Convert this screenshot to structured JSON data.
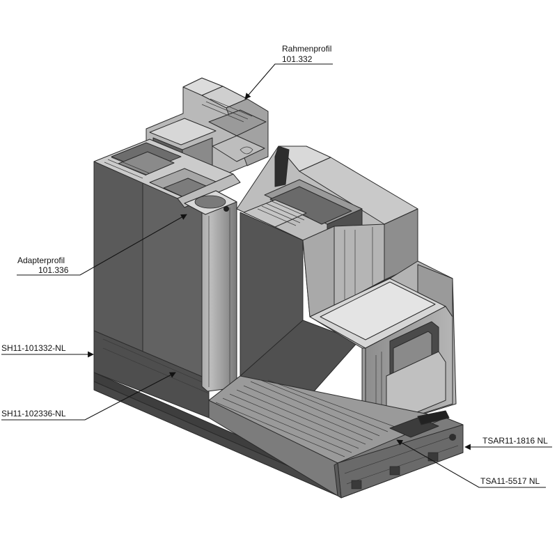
{
  "labels": {
    "rahmen_name": "Rahmenprofil",
    "rahmen_code": "101.332",
    "adapter_name": "Adapterprofil",
    "adapter_code": "101.336",
    "sh_upper": "SH11-101332-NL",
    "sh_lower": "SH11-102336-NL",
    "tsar": "TSAR11-1816 NL",
    "tsa": "TSA11-5517 NL"
  },
  "colors": {
    "profile_light": "#c9c9c9",
    "profile_mid": "#9e9e9e",
    "profile_dark": "#6e6e6e",
    "profile_darkest": "#4f4f4f",
    "panel": "#5c5c5c",
    "ink": "#111111"
  }
}
